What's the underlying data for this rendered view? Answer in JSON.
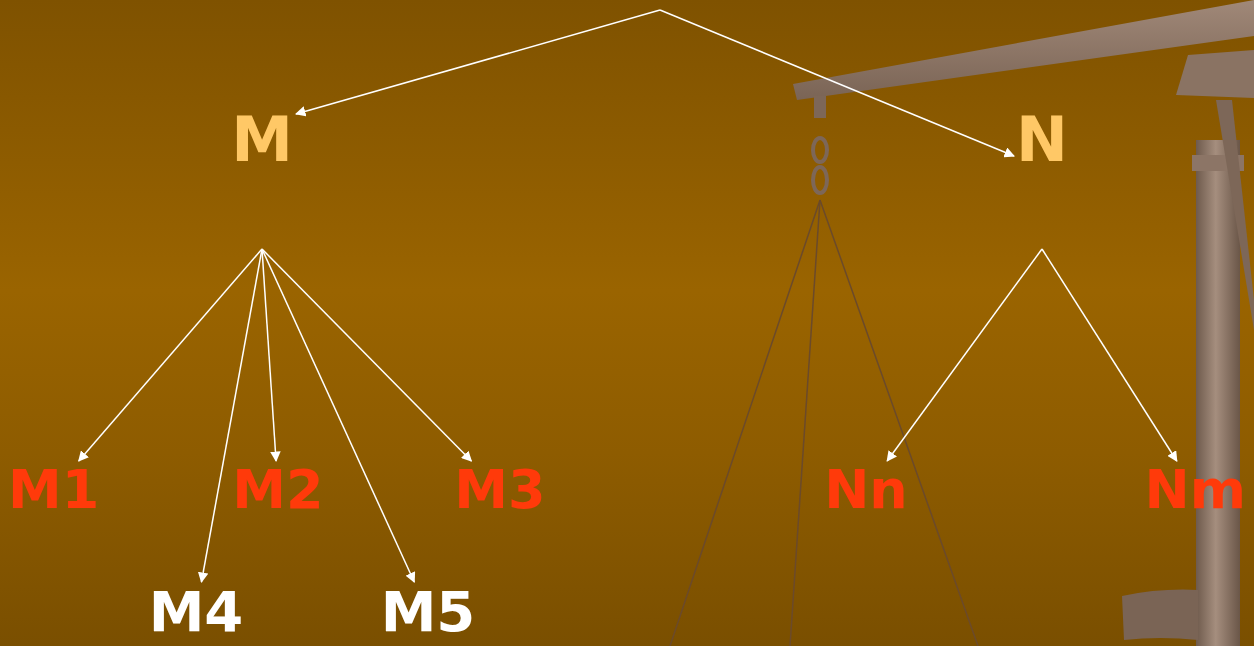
{
  "diagram": {
    "nodes": [
      {
        "text": [
          "M"
        ]
      },
      {
        "text": [
          "N"
        ]
      },
      {
        "text": [
          "M1"
        ]
      },
      {
        "text": [
          "M2"
        ]
      },
      {
        "text": [
          "M3"
        ]
      },
      {
        "text": [
          "Nn"
        ]
      },
      {
        "text": [
          "Nm"
        ]
      },
      {
        "text": [
          "M4"
        ]
      },
      {
        "text": [
          "M5"
        ]
      }
    ],
    "edges": [
      {
        "from": 0,
        "to": 2,
        "arrow": "to"
      },
      {
        "from": 0,
        "to": 7,
        "arrow": "to"
      },
      {
        "from": 0,
        "to": 3,
        "arrow": "to"
      },
      {
        "from": 0,
        "to": 8,
        "arrow": "to"
      },
      {
        "from": 0,
        "to": 4,
        "arrow": "to"
      },
      {
        "from": 1,
        "to": 5,
        "arrow": "to"
      },
      {
        "from": 1,
        "to": 6,
        "arrow": "to"
      }
    ]
  }
}
